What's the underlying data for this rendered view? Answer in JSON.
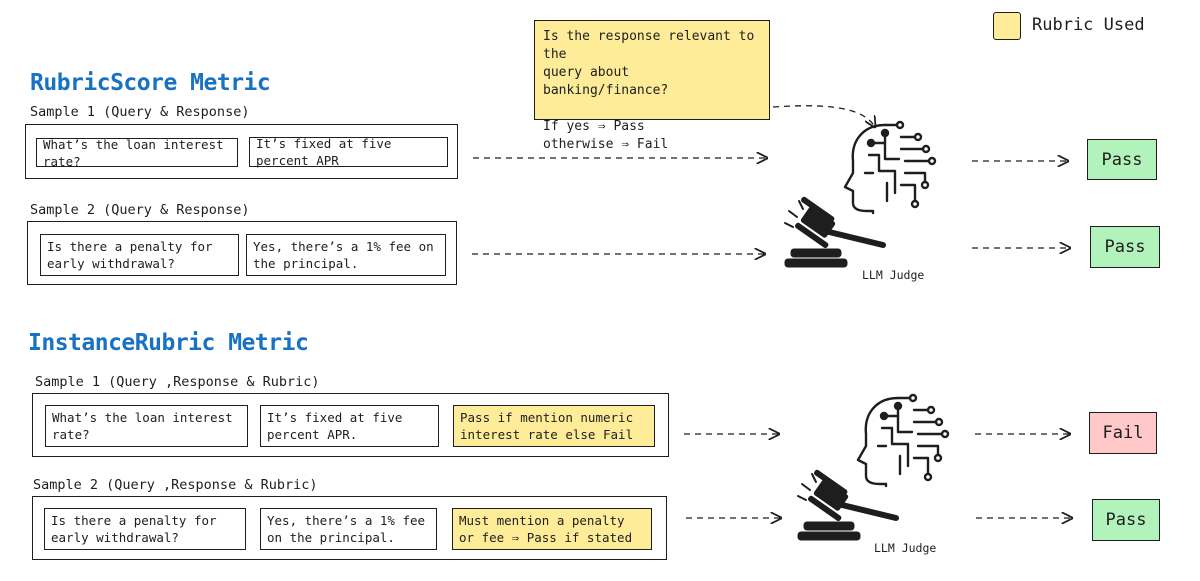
{
  "legend": {
    "label": "Rubric Used",
    "color": "#ffec99"
  },
  "rubric_note": {
    "text": "Is the response relevant to the\nquery about banking/finance?\n\nIf yes ⇒ Pass\notherwise ⇒ Fail"
  },
  "rubric_score": {
    "title": "RubricScore Metric",
    "samples": [
      {
        "label": "Sample 1 (Query & Response)",
        "query": "What’s the loan interest rate?",
        "response": "It’s fixed at five percent APR",
        "verdict": "Pass"
      },
      {
        "label": "Sample 2 (Query & Response)",
        "query": "Is there a penalty for early withdrawal?",
        "response": "Yes, there’s a 1% fee on the principal.",
        "verdict": "Pass"
      }
    ],
    "judge_label": "LLM Judge"
  },
  "instance_rubric": {
    "title": "InstanceRubric Metric",
    "samples": [
      {
        "label": "Sample 1 (Query ,Response & Rubric)",
        "query": "What’s the loan interest rate?",
        "response": "It’s fixed at five percent APR.",
        "rubric": "Pass if mention numeric interest rate else Fail",
        "verdict": "Fail"
      },
      {
        "label": "Sample 2 (Query ,Response & Rubric)",
        "query": "Is there a penalty for early withdrawal?",
        "response": "Yes, there’s a 1% fee on the principal.",
        "rubric": "Must mention a penalty or fee ⇒ Pass if stated",
        "verdict": "Pass"
      }
    ],
    "judge_label": "LLM Judge"
  },
  "colors": {
    "title": "#1971c2",
    "rubric": "#ffec99",
    "pass": "#b2f2bb",
    "fail": "#ffc9c9"
  },
  "icons": [
    "robot-head-icon",
    "gavel-icon"
  ]
}
